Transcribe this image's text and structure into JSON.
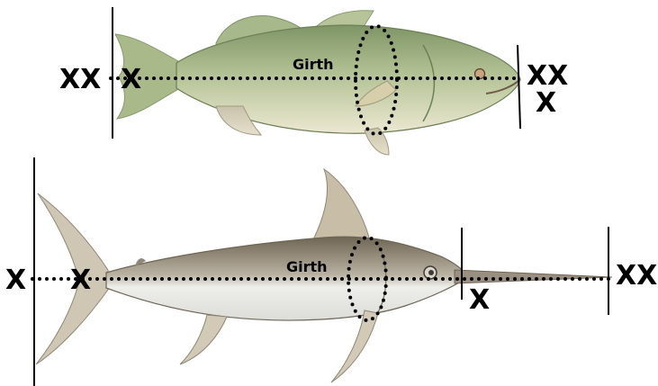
{
  "bass": {
    "girth_label": "Girth",
    "fork_length_label": "XX",
    "start_marker": "X",
    "end_marker_top": "XX",
    "end_marker_bottom": "X"
  },
  "swordfish": {
    "girth_label": "Girth",
    "start_outer_marker": "X",
    "start_inner_marker": "X",
    "bill_marker": "X",
    "end_marker": "XX"
  },
  "colors": {
    "bass_body": "#b8c79a",
    "bass_back": "#8fa070",
    "bass_belly": "#e8e6cf",
    "swordfish_back": "#8a7f6e",
    "swordfish_belly": "#eeeeea",
    "markers": "#000000"
  }
}
